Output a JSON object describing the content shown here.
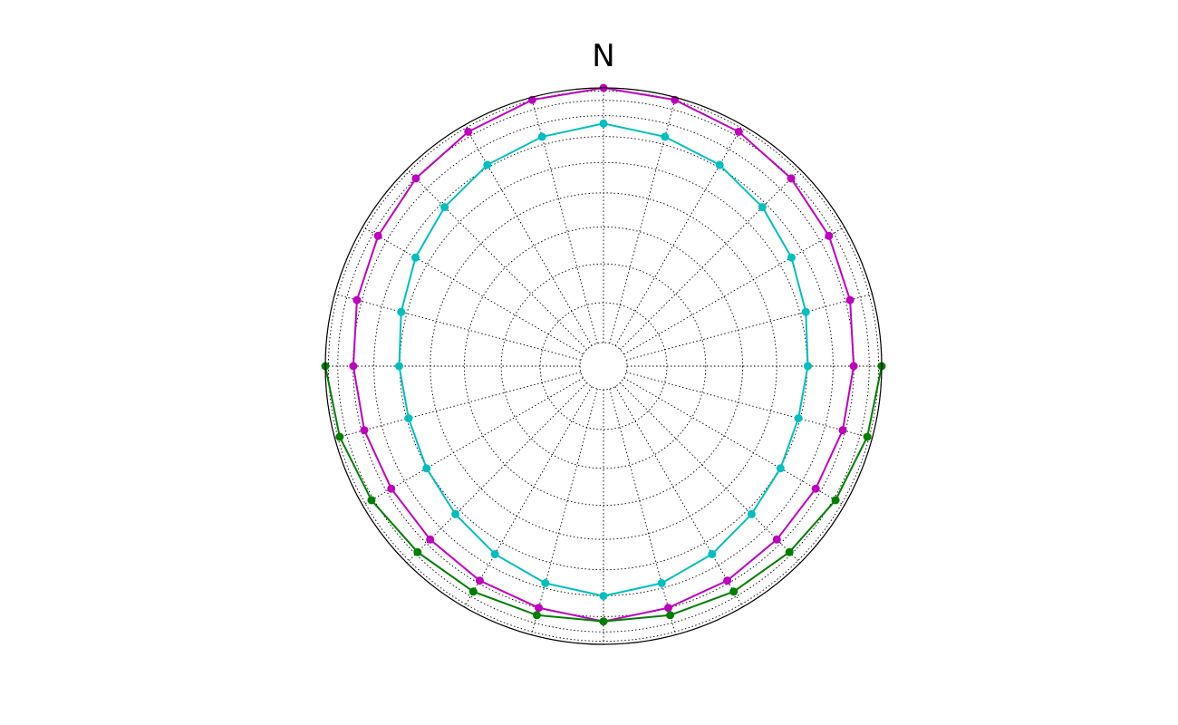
{
  "chart_data": {
    "type": "polar-line",
    "north_label": "N",
    "theta_direction": "clockwise",
    "theta_zero": "top",
    "angle_step_deg": 15,
    "radial_grid_levels": 10,
    "grid": true,
    "grid_style": "dotted",
    "series": [
      {
        "color": "#bf00bf",
        "azimuth_deg": [
          0,
          15,
          30,
          45,
          60,
          75,
          90,
          105,
          120,
          135,
          150,
          165,
          180,
          195,
          210,
          225,
          240,
          255,
          270,
          285,
          300,
          315,
          330,
          345
        ],
        "values": [
          1.0,
          0.99,
          0.97,
          0.95,
          0.93,
          0.91,
          0.89,
          0.88,
          0.87,
          0.87,
          0.88,
          0.89,
          0.91,
          0.89,
          0.88,
          0.87,
          0.87,
          0.88,
          0.89,
          0.91,
          0.93,
          0.95,
          0.97,
          0.99
        ]
      },
      {
        "color": "#00bfbf",
        "azimuth_deg": [
          0,
          15,
          30,
          45,
          60,
          75,
          90,
          105,
          120,
          135,
          150,
          165,
          180,
          195,
          210,
          225,
          240,
          255,
          270,
          285,
          300,
          315,
          330,
          345
        ],
        "values": [
          0.86,
          0.84,
          0.82,
          0.79,
          0.76,
          0.73,
          0.71,
          0.7,
          0.71,
          0.73,
          0.76,
          0.79,
          0.81,
          0.79,
          0.76,
          0.73,
          0.71,
          0.7,
          0.71,
          0.73,
          0.76,
          0.79,
          0.82,
          0.84
        ]
      },
      {
        "color": "#007f00",
        "azimuth_deg": [
          90,
          105,
          120,
          135,
          150,
          165,
          180,
          195,
          210,
          225,
          240,
          255,
          270
        ],
        "values": [
          1.0,
          0.98,
          0.96,
          0.94,
          0.93,
          0.92,
          0.91,
          0.92,
          0.93,
          0.94,
          0.96,
          0.98,
          1.0
        ]
      }
    ]
  }
}
